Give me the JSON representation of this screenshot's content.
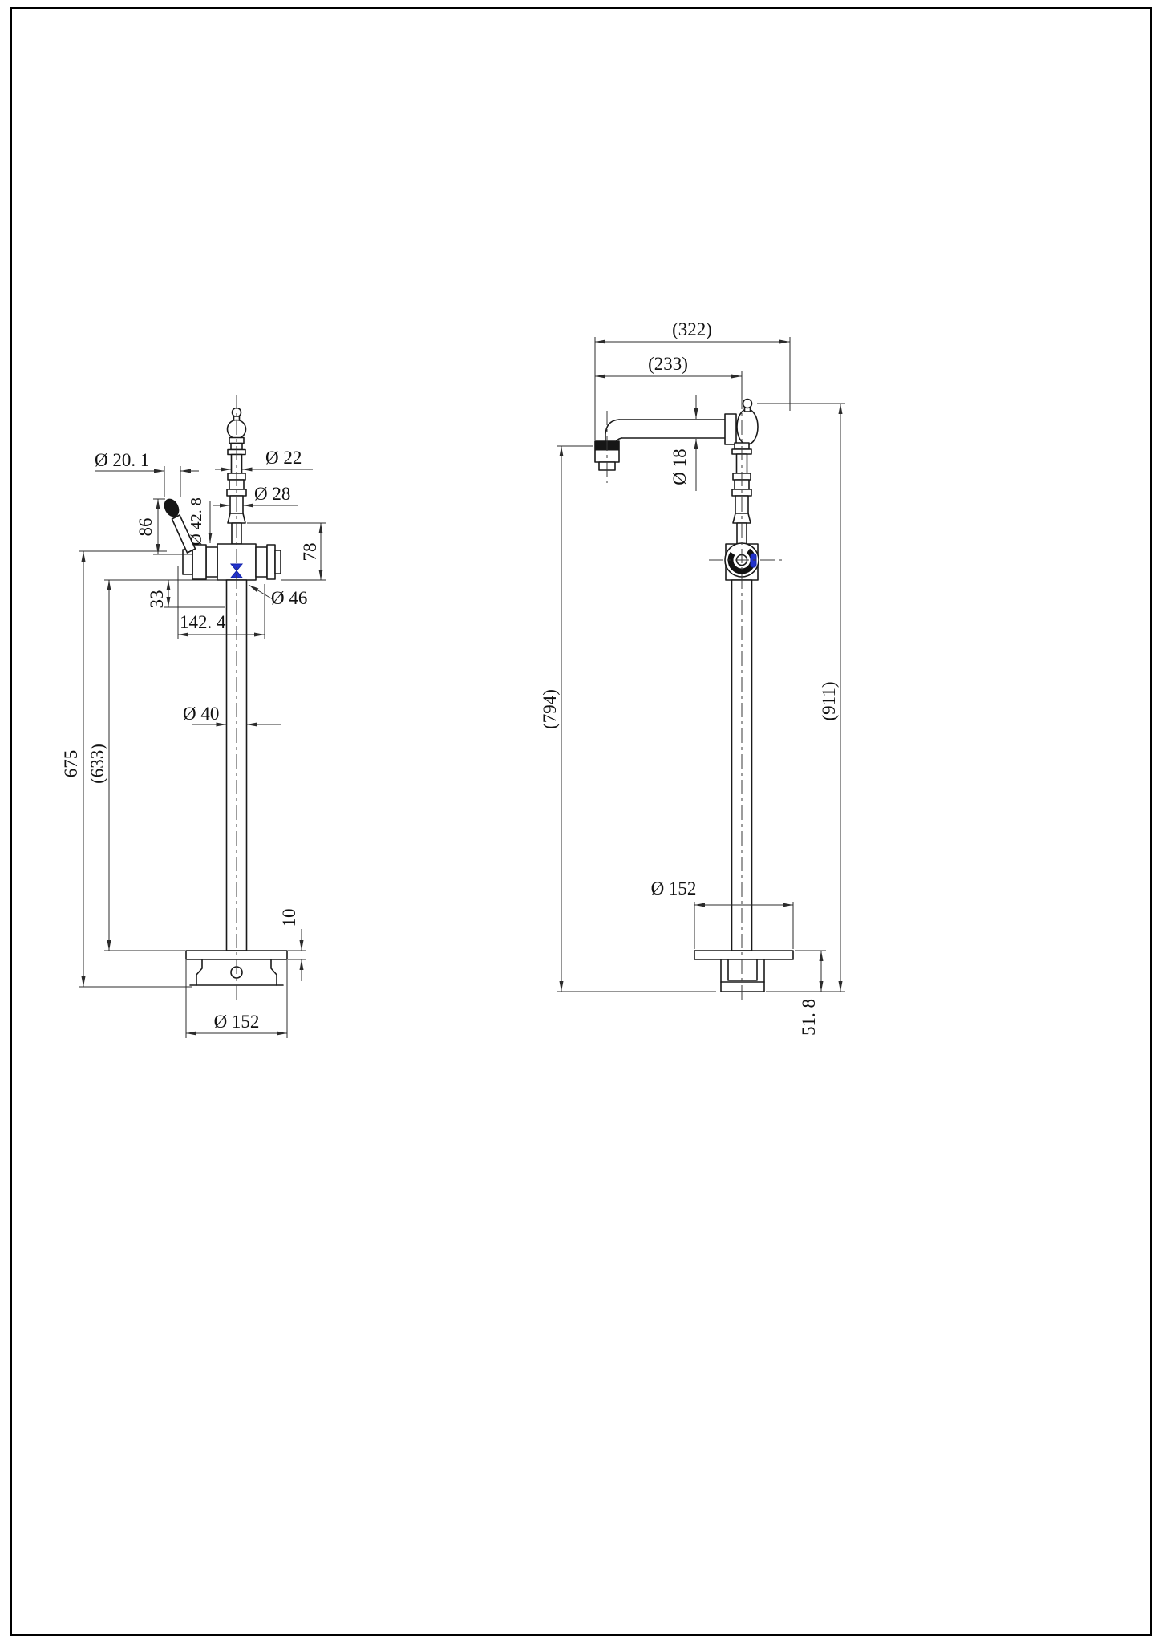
{
  "front": {
    "d20_1": "Ø 20. 1",
    "d22": "Ø 22",
    "d28": "Ø 28",
    "d42_8": "Ø 42. 8",
    "h86": "86",
    "h78": "78",
    "h33": "33",
    "w142_4": "142. 4",
    "d46": "Ø 46",
    "d40": "Ø 40",
    "h675": "675",
    "h633": "(633)",
    "t10": "10",
    "d152": "Ø 152"
  },
  "side": {
    "w322": "(322)",
    "w233": "(233)",
    "d18": "Ø 18",
    "h794": "(794)",
    "h911": "(911)",
    "d152": "Ø 152",
    "h51_8": "51. 8"
  },
  "colors": {
    "line": "#1a1a1a",
    "accent_blue": "#2233cc"
  }
}
